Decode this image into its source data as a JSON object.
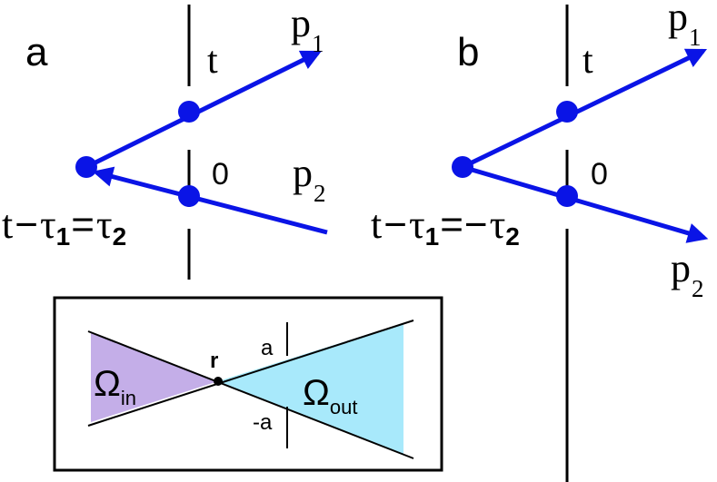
{
  "panels": {
    "a": {
      "label": "a",
      "upper_dot_label": "t",
      "lower_dot_label": "0",
      "particle_1": {
        "symbol": "p",
        "sub": "1"
      },
      "particle_2": {
        "symbol": "p",
        "sub": "2"
      },
      "equation": {
        "lhs_t": "t",
        "minus": "−",
        "tau1": "τ",
        "tau1_sub": "1",
        "equals": "=",
        "rhs_sign": "",
        "tau2": "τ",
        "tau2_sub": "2"
      }
    },
    "b": {
      "label": "b",
      "upper_dot_label": "t",
      "lower_dot_label": "0",
      "particle_1": {
        "symbol": "p",
        "sub": "1"
      },
      "particle_2": {
        "symbol": "p",
        "sub": "2"
      },
      "equation": {
        "lhs_t": "t",
        "minus": "−",
        "tau1": "τ",
        "tau1_sub": "1",
        "equals": "=",
        "rhs_sign": "−",
        "tau2": "τ",
        "tau2_sub": "2"
      }
    }
  },
  "inset": {
    "omega_in": {
      "symbol": "Ω",
      "sub": "in"
    },
    "omega_out": {
      "symbol": "Ω",
      "sub": "out"
    },
    "vertex_label": "r",
    "upper_mark": "a",
    "lower_mark": "-a"
  },
  "colors": {
    "arrow_blue": "#0a14e6",
    "omega_in_fill": "#c4aee8",
    "omega_out_fill": "#a8e9fb",
    "line_black": "#000000"
  }
}
